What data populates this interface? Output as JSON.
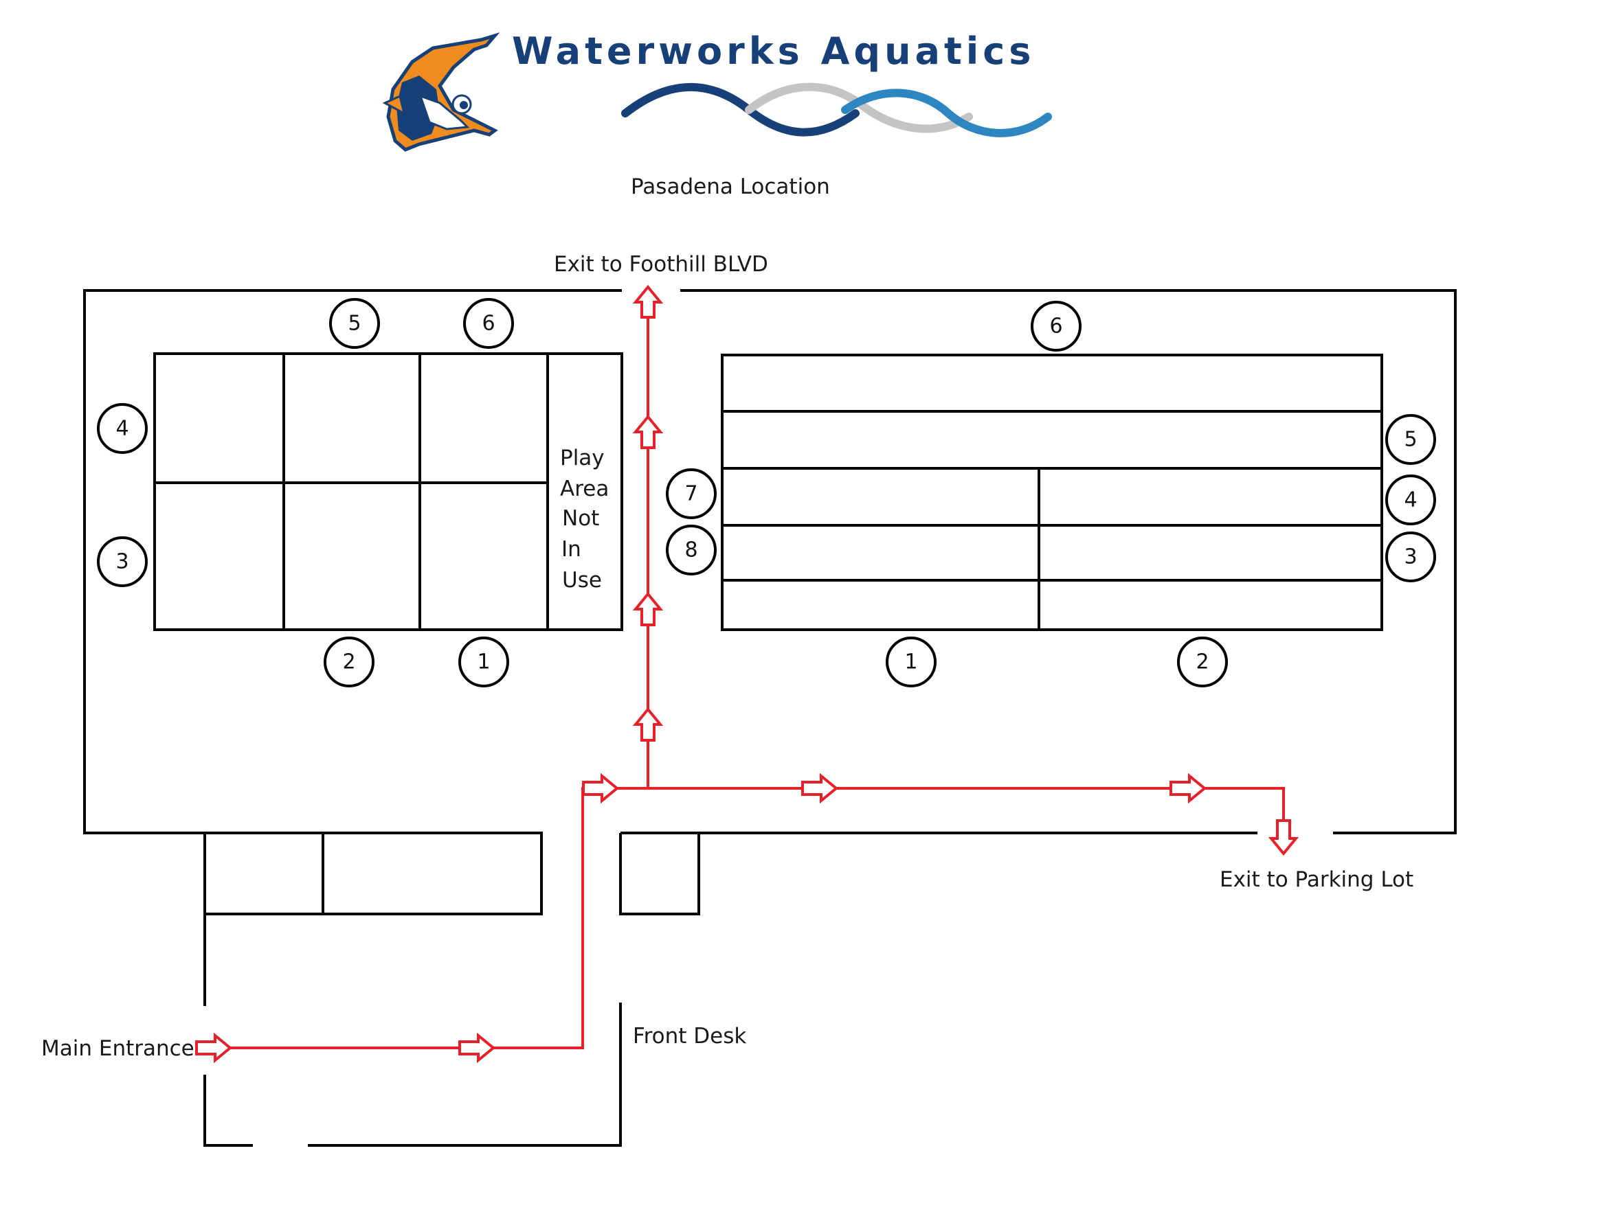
{
  "brand": {
    "name": "Waterworks Aquatics",
    "colors": {
      "navy": "#173f78",
      "blue": "#2e86c1",
      "gray": "#c4c4c4",
      "orange": "#f08c1e"
    },
    "logo_icon": "shark-mascot-icon"
  },
  "subtitle": "Pasadena Location",
  "labels": {
    "exit_foothill": "Exit to Foothill BLVD",
    "exit_parking": "Exit to Parking Lot",
    "main_entrance": "Main Entrance",
    "front_desk": "Front Desk",
    "play_area": [
      "Play",
      "Area",
      "Not",
      "In",
      "Use"
    ]
  },
  "left_pool": {
    "markers": [
      "5",
      "6",
      "4",
      "3",
      "2",
      "1"
    ]
  },
  "right_pool": {
    "markers": [
      "6",
      "5",
      "4",
      "3",
      "7",
      "8",
      "1",
      "2"
    ]
  },
  "route": {
    "color": "#e8202a",
    "arrow_icon": "hollow-arrow-icon"
  }
}
